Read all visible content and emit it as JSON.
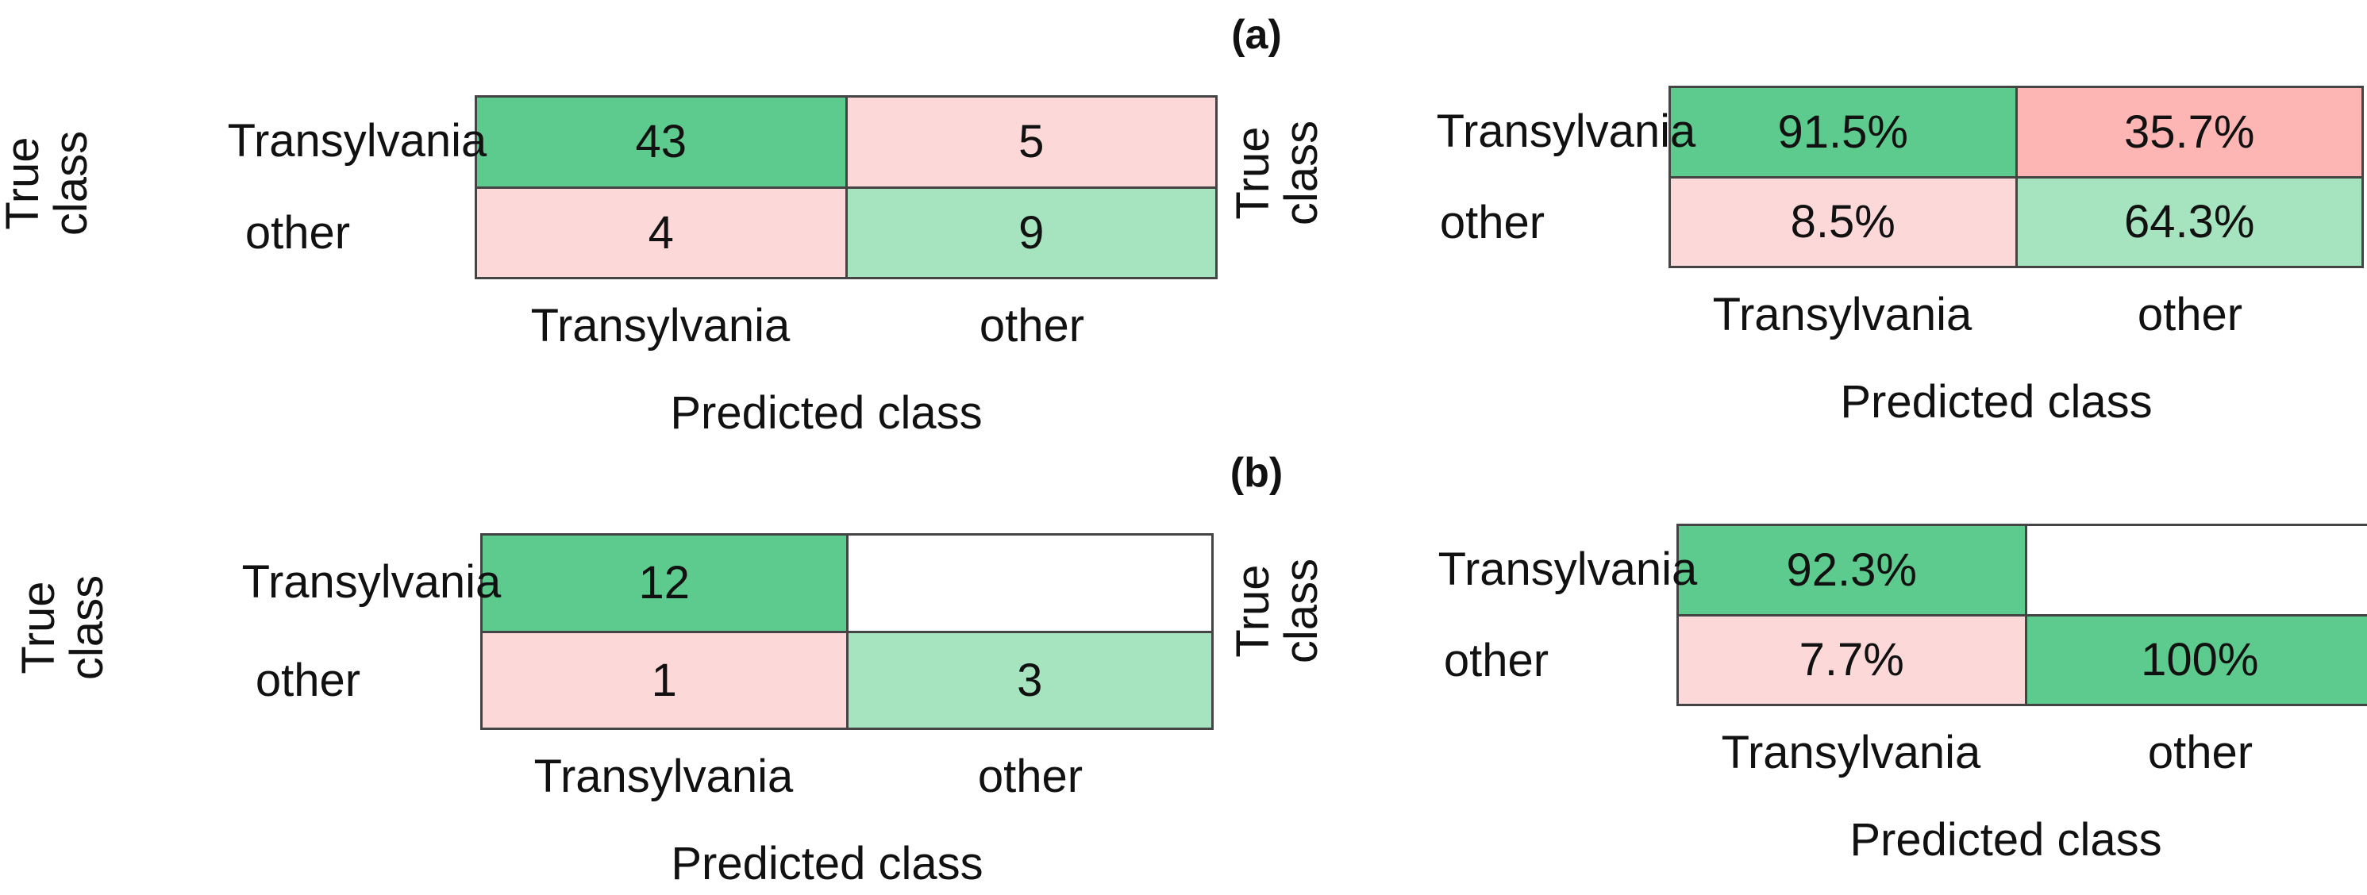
{
  "panels": [
    {
      "label": "(a)"
    },
    {
      "label": "(b)"
    }
  ],
  "chart_data": [
    {
      "type": "table",
      "ylabel": [
        "True",
        "class"
      ],
      "xlabel": "Predicted class",
      "rows": [
        "Transylvania",
        "other"
      ],
      "columns": [
        "Transylvania",
        "other"
      ],
      "cells": [
        [
          "43",
          "5"
        ],
        [
          "4",
          "9"
        ]
      ],
      "colors": [
        [
          "#5ecb8e",
          "#fdd8d8"
        ],
        [
          "#fdd8d8",
          "#a5e4be"
        ]
      ]
    },
    {
      "type": "table",
      "ylabel": [
        "True",
        "class"
      ],
      "xlabel": "Predicted class",
      "rows": [
        "Transylvania",
        "other"
      ],
      "columns": [
        "Transylvania",
        "other"
      ],
      "cells": [
        [
          "91.5%",
          "35.7%"
        ],
        [
          "8.5%",
          "64.3%"
        ]
      ],
      "colors": [
        [
          "#5ecb8e",
          "#fdb6b4"
        ],
        [
          "#fdd8d8",
          "#a5e4be"
        ]
      ]
    },
    {
      "type": "table",
      "ylabel": [
        "True",
        "class"
      ],
      "xlabel": "Predicted class",
      "rows": [
        "Transylvania",
        "other"
      ],
      "columns": [
        "Transylvania",
        "other"
      ],
      "cells": [
        [
          "12",
          ""
        ],
        [
          "1",
          "3"
        ]
      ],
      "colors": [
        [
          "#5ecb8e",
          "#ffffff"
        ],
        [
          "#fdd8d8",
          "#a5e4be"
        ]
      ]
    },
    {
      "type": "table",
      "ylabel": [
        "True",
        "class"
      ],
      "xlabel": "Predicted class",
      "rows": [
        "Transylvania",
        "other"
      ],
      "columns": [
        "Transylvania",
        "other"
      ],
      "cells": [
        [
          "92.3%",
          ""
        ],
        [
          "7.7%",
          "100%"
        ]
      ],
      "colors": [
        [
          "#5ecb8e",
          "#ffffff"
        ],
        [
          "#fdd8d8",
          "#5ecb8e"
        ]
      ]
    }
  ]
}
